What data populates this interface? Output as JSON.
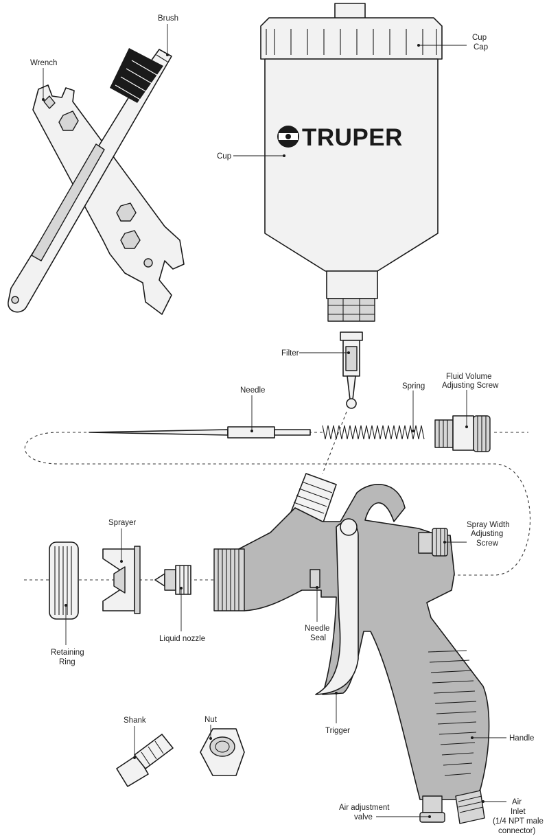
{
  "brand": {
    "name": "TRUPER"
  },
  "labels": {
    "brush": "Brush",
    "wrench": "Wrench",
    "cup_cap": [
      "Cup",
      "Cap"
    ],
    "cup": "Cup",
    "filter": "Filter",
    "needle": "Needle",
    "spring": "Spring",
    "fluid_volume_screw": [
      "Fluid Volume",
      "Adjusting Screw"
    ],
    "sprayer": "Sprayer",
    "spray_width_screw": [
      "Spray Width",
      "Adjusting",
      "Screw"
    ],
    "retaining_ring": [
      "Retaining",
      "Ring"
    ],
    "liquid_nozzle": "Liquid nozzle",
    "needle_seal": [
      "Needle",
      "Seal"
    ],
    "trigger": "Trigger",
    "shank": "Shank",
    "nut": "Nut",
    "handle": "Handle",
    "air_adjustment_valve": [
      "Air adjustment",
      "valve"
    ],
    "air_inlet": [
      "Air",
      "Inlet",
      "(1/4 NPT male",
      "connector)"
    ]
  },
  "colors": {
    "line": "#1a1a1a",
    "light_fill": "#f2f2f2",
    "gun_fill": "#b8b8b8"
  }
}
